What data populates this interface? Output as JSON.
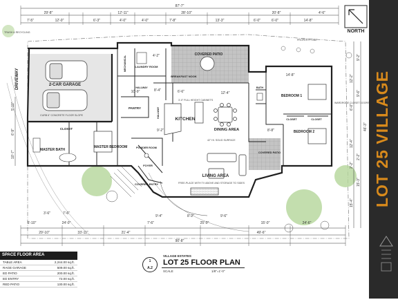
{
  "rooms": {
    "garage": "2-CAR GARAGE",
    "driveway": "DRIVEWAY",
    "covered_patio": "COVERED PATIO",
    "laundry": "LAUNDRY ROOM",
    "mechanical": "MECHANICAL",
    "breakfast_nook": "BREAKFAST NOOK",
    "pantry": "PANTRY",
    "hallway_1": "HALLWAY",
    "hallway_2": "HALLWAY",
    "kitchen": "KITCHEN",
    "dining": "DINING AREA",
    "master_bedroom": "MASTER BEDROOM",
    "master_bath": "MASTER BATH",
    "closet_master": "CLOSET",
    "powder_room": "POWDER ROOM",
    "foyer": "FOYER",
    "covered_entry": "COVERED ENTRY",
    "living": "LIVING AREA",
    "bedroom1": "BEDROOM 1",
    "bedroom2": "BEDROOM 2",
    "closet_b1": "CLOSET",
    "closet_b2": "CLOSET",
    "bath": "BATH",
    "covered_patio_2": "COVERED PATIO",
    "property_line": "PROPERTY LINE"
  },
  "dimensions_top": [
    "87'-7\"",
    "29'-8\"",
    "12'-11\"",
    "28'-10\"",
    "20'-8\"",
    "4'-6\"",
    "7'-5\"",
    "12'-0\"",
    "6'-3\"",
    "4'-0\"",
    "4'-0\"",
    "7'-8\"",
    "13'-3\"",
    "6'-0\"",
    "6'-0\"",
    "14'-8\""
  ],
  "dimensions_bottom": [
    "5'-10\"",
    "24'-0\"",
    "25'-0\"",
    "15'-0\"",
    "24'-6\"",
    "29'-10\"",
    "21'-4\"",
    "49'-6\"",
    "90'-8\"",
    "3'-6\"",
    "7'-6\"",
    "9'-4\"",
    "8'-2\"",
    "9'-6\"",
    "7'-6\"",
    "33'-11\""
  ],
  "dimensions_right": [
    "9'-2\"",
    "46'-3\"",
    "12'-4\"",
    "15'-3\"",
    "12'-2\"",
    "6'-0\"",
    "2'-2\"",
    "15'-4\"",
    "2'-2\"",
    "9'-6\""
  ],
  "dimensions_left": [
    "5'-11\"",
    "6'-9\"",
    "10'-7\""
  ],
  "interior_dims": [
    "12'-4\"",
    "14'-8\"",
    "10'-9\"",
    "8'-4\"",
    "4'-2\"",
    "6'-6\"",
    "9'-2\"",
    "8'-8\""
  ],
  "notes": {
    "kitchen_counter": "3'-0\" FULL HEIGHT CABINETS",
    "dining_note": "42\" HI. SOLID SURFACE",
    "living_fireplace": "FREE-PLACE WITH TV ABOVE AND STORAGE TO SIDES",
    "curb": "CURB 6\" CONCRETE FLOOR SLOPE",
    "trash": "TRASH & RECYCLING",
    "wardrobe": "WARDROBE CLOSET DOORS"
  },
  "north": "NORTH",
  "title_block": {
    "ref_number": "1",
    "ref_sheet": "A.2",
    "subtitle": "VILLAGE ESTATES",
    "title": "LOT 25 FLOOR PLAN",
    "scale_label": "SCALE",
    "scale": "1/8\"=1'-0\""
  },
  "side_label": "LOT 25 VILLAGE",
  "area_table": {
    "title": "SPACE FLOOR AREA",
    "rows": [
      {
        "name": "TABLE AREA",
        "value": "2,244.00 sq.ft."
      },
      {
        "name": "RAGE GARAGE",
        "value": "509.00 sq.ft."
      },
      {
        "name": "ED PATIO",
        "value": "200.00 sq.ft."
      },
      {
        "name": "ED ENTRY",
        "value": "72.00 sq.ft."
      },
      {
        "name": "RED PATIO",
        "value": "130.00 sq.ft."
      }
    ]
  },
  "colors": {
    "wall": "#1f1f1f",
    "patio_fill": "#b9b9b9",
    "garage_fill": "#d9d9d9",
    "tree_green": "#a8d08d",
    "side_band": "#2a2a2a",
    "side_text": "#d88a1c"
  }
}
